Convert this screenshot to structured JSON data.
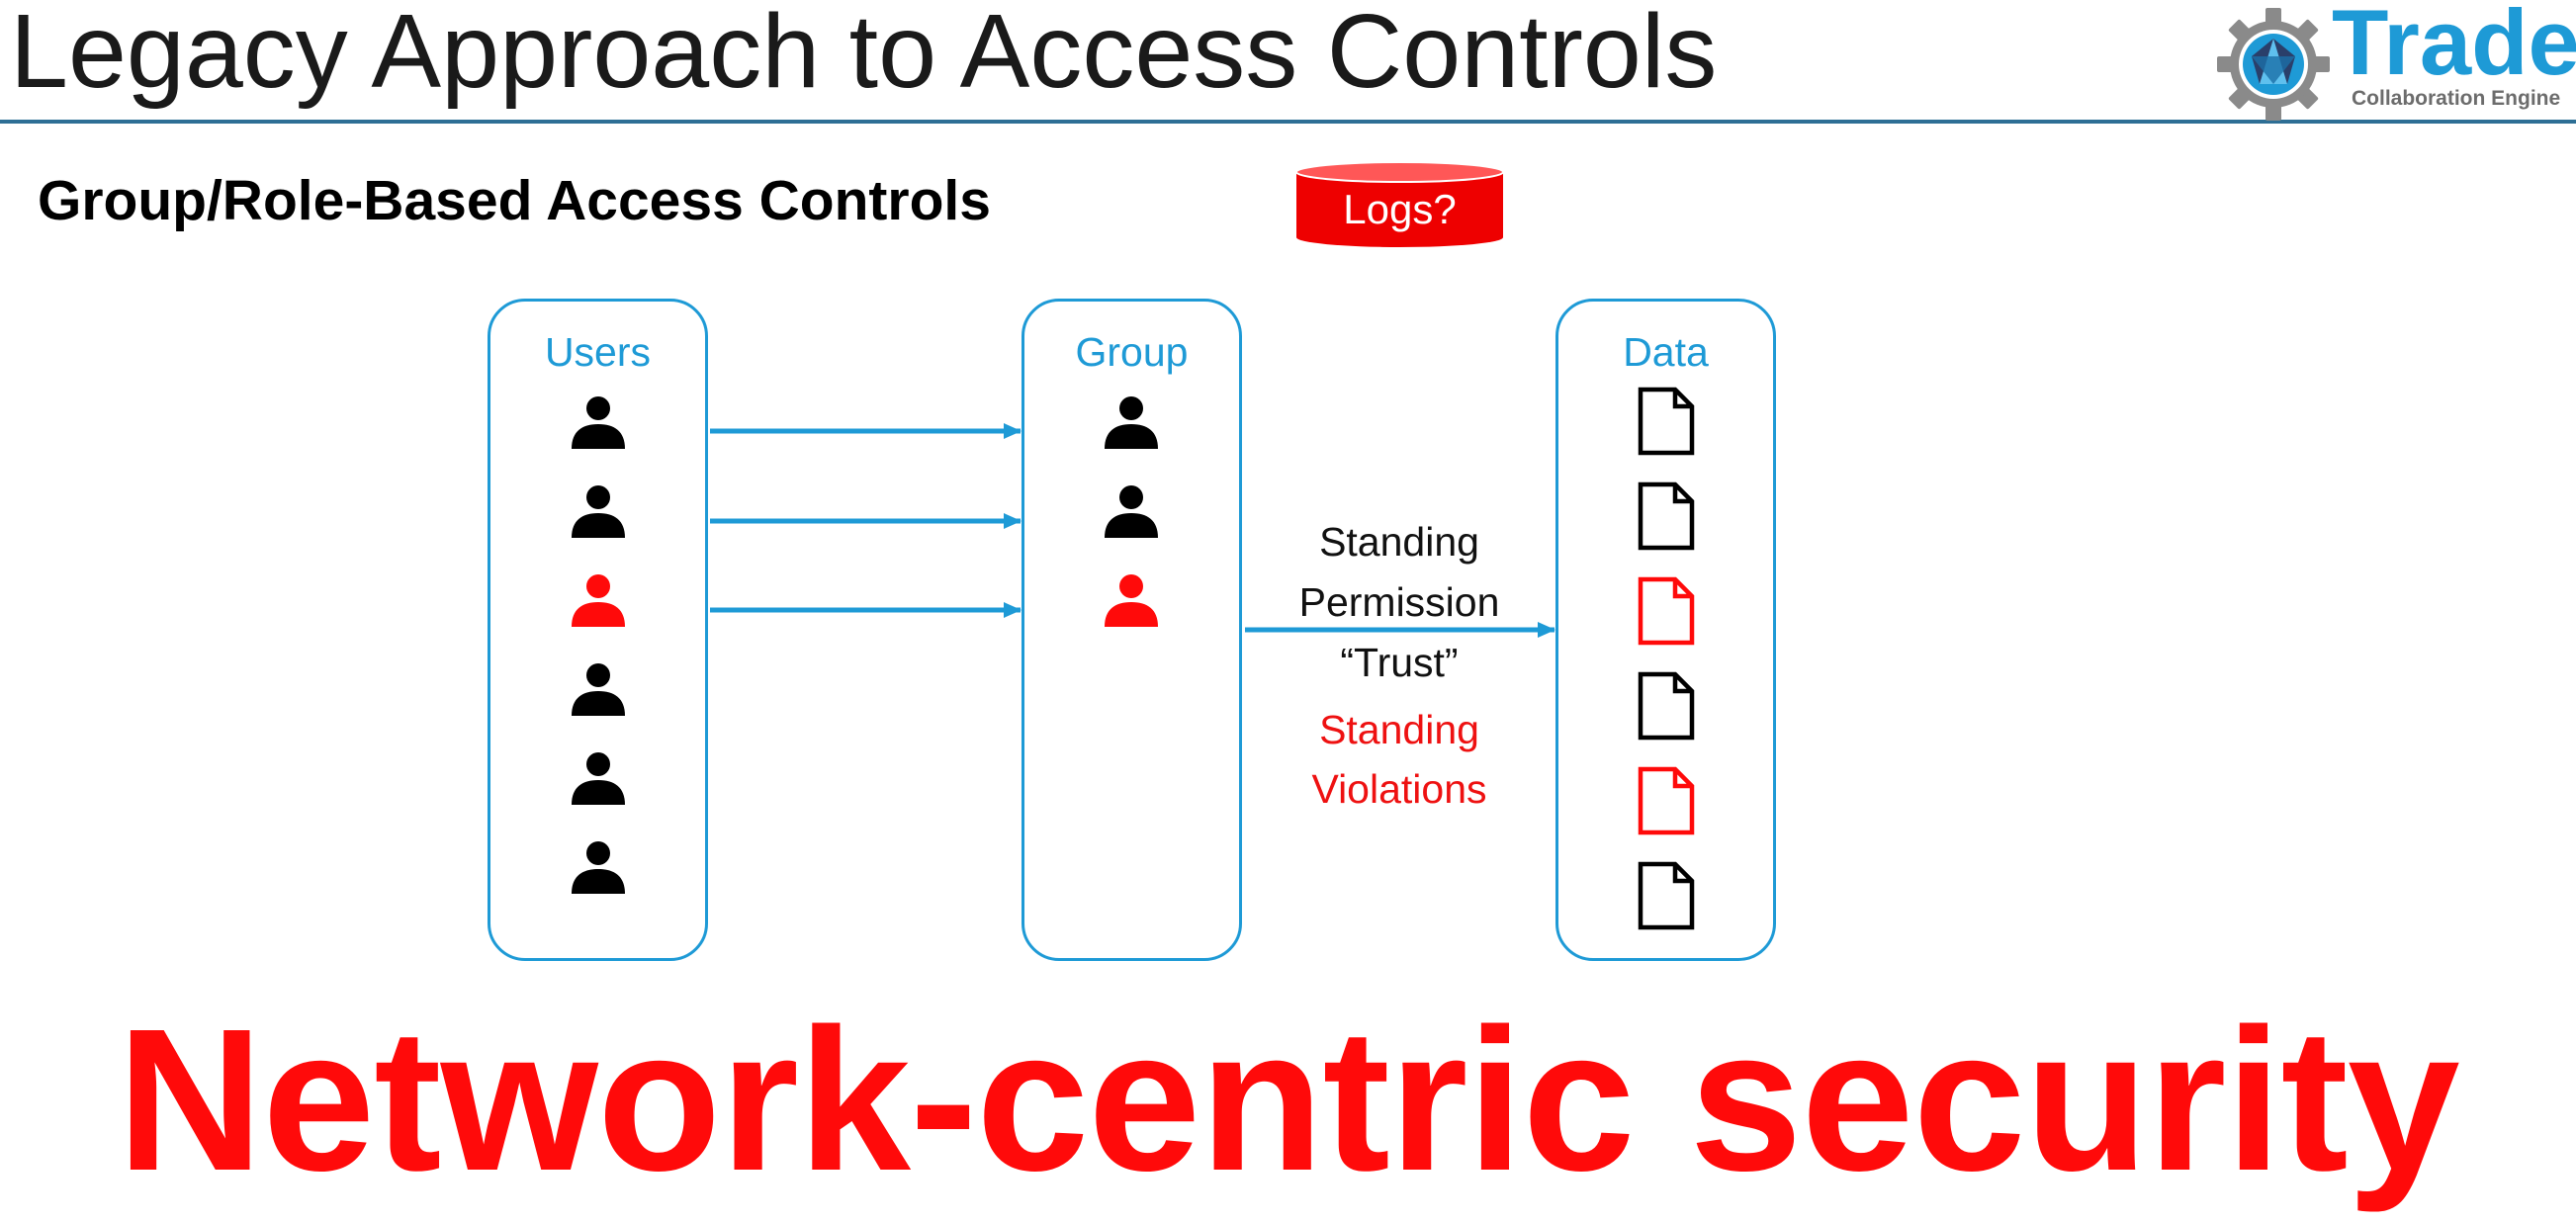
{
  "slide": {
    "title": "Legacy Approach to Access Controls",
    "subtitle": "Group/Role-Based Access Controls",
    "headline": "Network-centric security"
  },
  "logo": {
    "word": "Trade",
    "tagline": "Collaboration Engine",
    "icon": "gear-icon"
  },
  "logs_label": "Logs?",
  "columns": {
    "users": {
      "title": "Users",
      "items": [
        {
          "icon": "person-icon",
          "flagged": false
        },
        {
          "icon": "person-icon",
          "flagged": false
        },
        {
          "icon": "person-icon",
          "flagged": true
        },
        {
          "icon": "person-icon",
          "flagged": false
        },
        {
          "icon": "person-icon",
          "flagged": false
        },
        {
          "icon": "person-icon",
          "flagged": false
        }
      ]
    },
    "group": {
      "title": "Group",
      "items": [
        {
          "icon": "person-icon",
          "flagged": false
        },
        {
          "icon": "person-icon",
          "flagged": false
        },
        {
          "icon": "person-icon",
          "flagged": true
        }
      ]
    },
    "data": {
      "title": "Data",
      "items": [
        {
          "icon": "document-icon",
          "flagged": false
        },
        {
          "icon": "document-icon",
          "flagged": false
        },
        {
          "icon": "document-icon",
          "flagged": true
        },
        {
          "icon": "document-icon",
          "flagged": false
        },
        {
          "icon": "document-icon",
          "flagged": true
        },
        {
          "icon": "document-icon",
          "flagged": false
        }
      ]
    }
  },
  "permission_label": {
    "line1": "Standing",
    "line2": "Permission",
    "line3": "“Trust”"
  },
  "violations_label": {
    "line1": "Standing",
    "line2": "Violations"
  },
  "colors": {
    "accent": "#1e9ad6",
    "alert": "#ff0a0a",
    "rule": "#2e6f95",
    "text": "#000000"
  }
}
